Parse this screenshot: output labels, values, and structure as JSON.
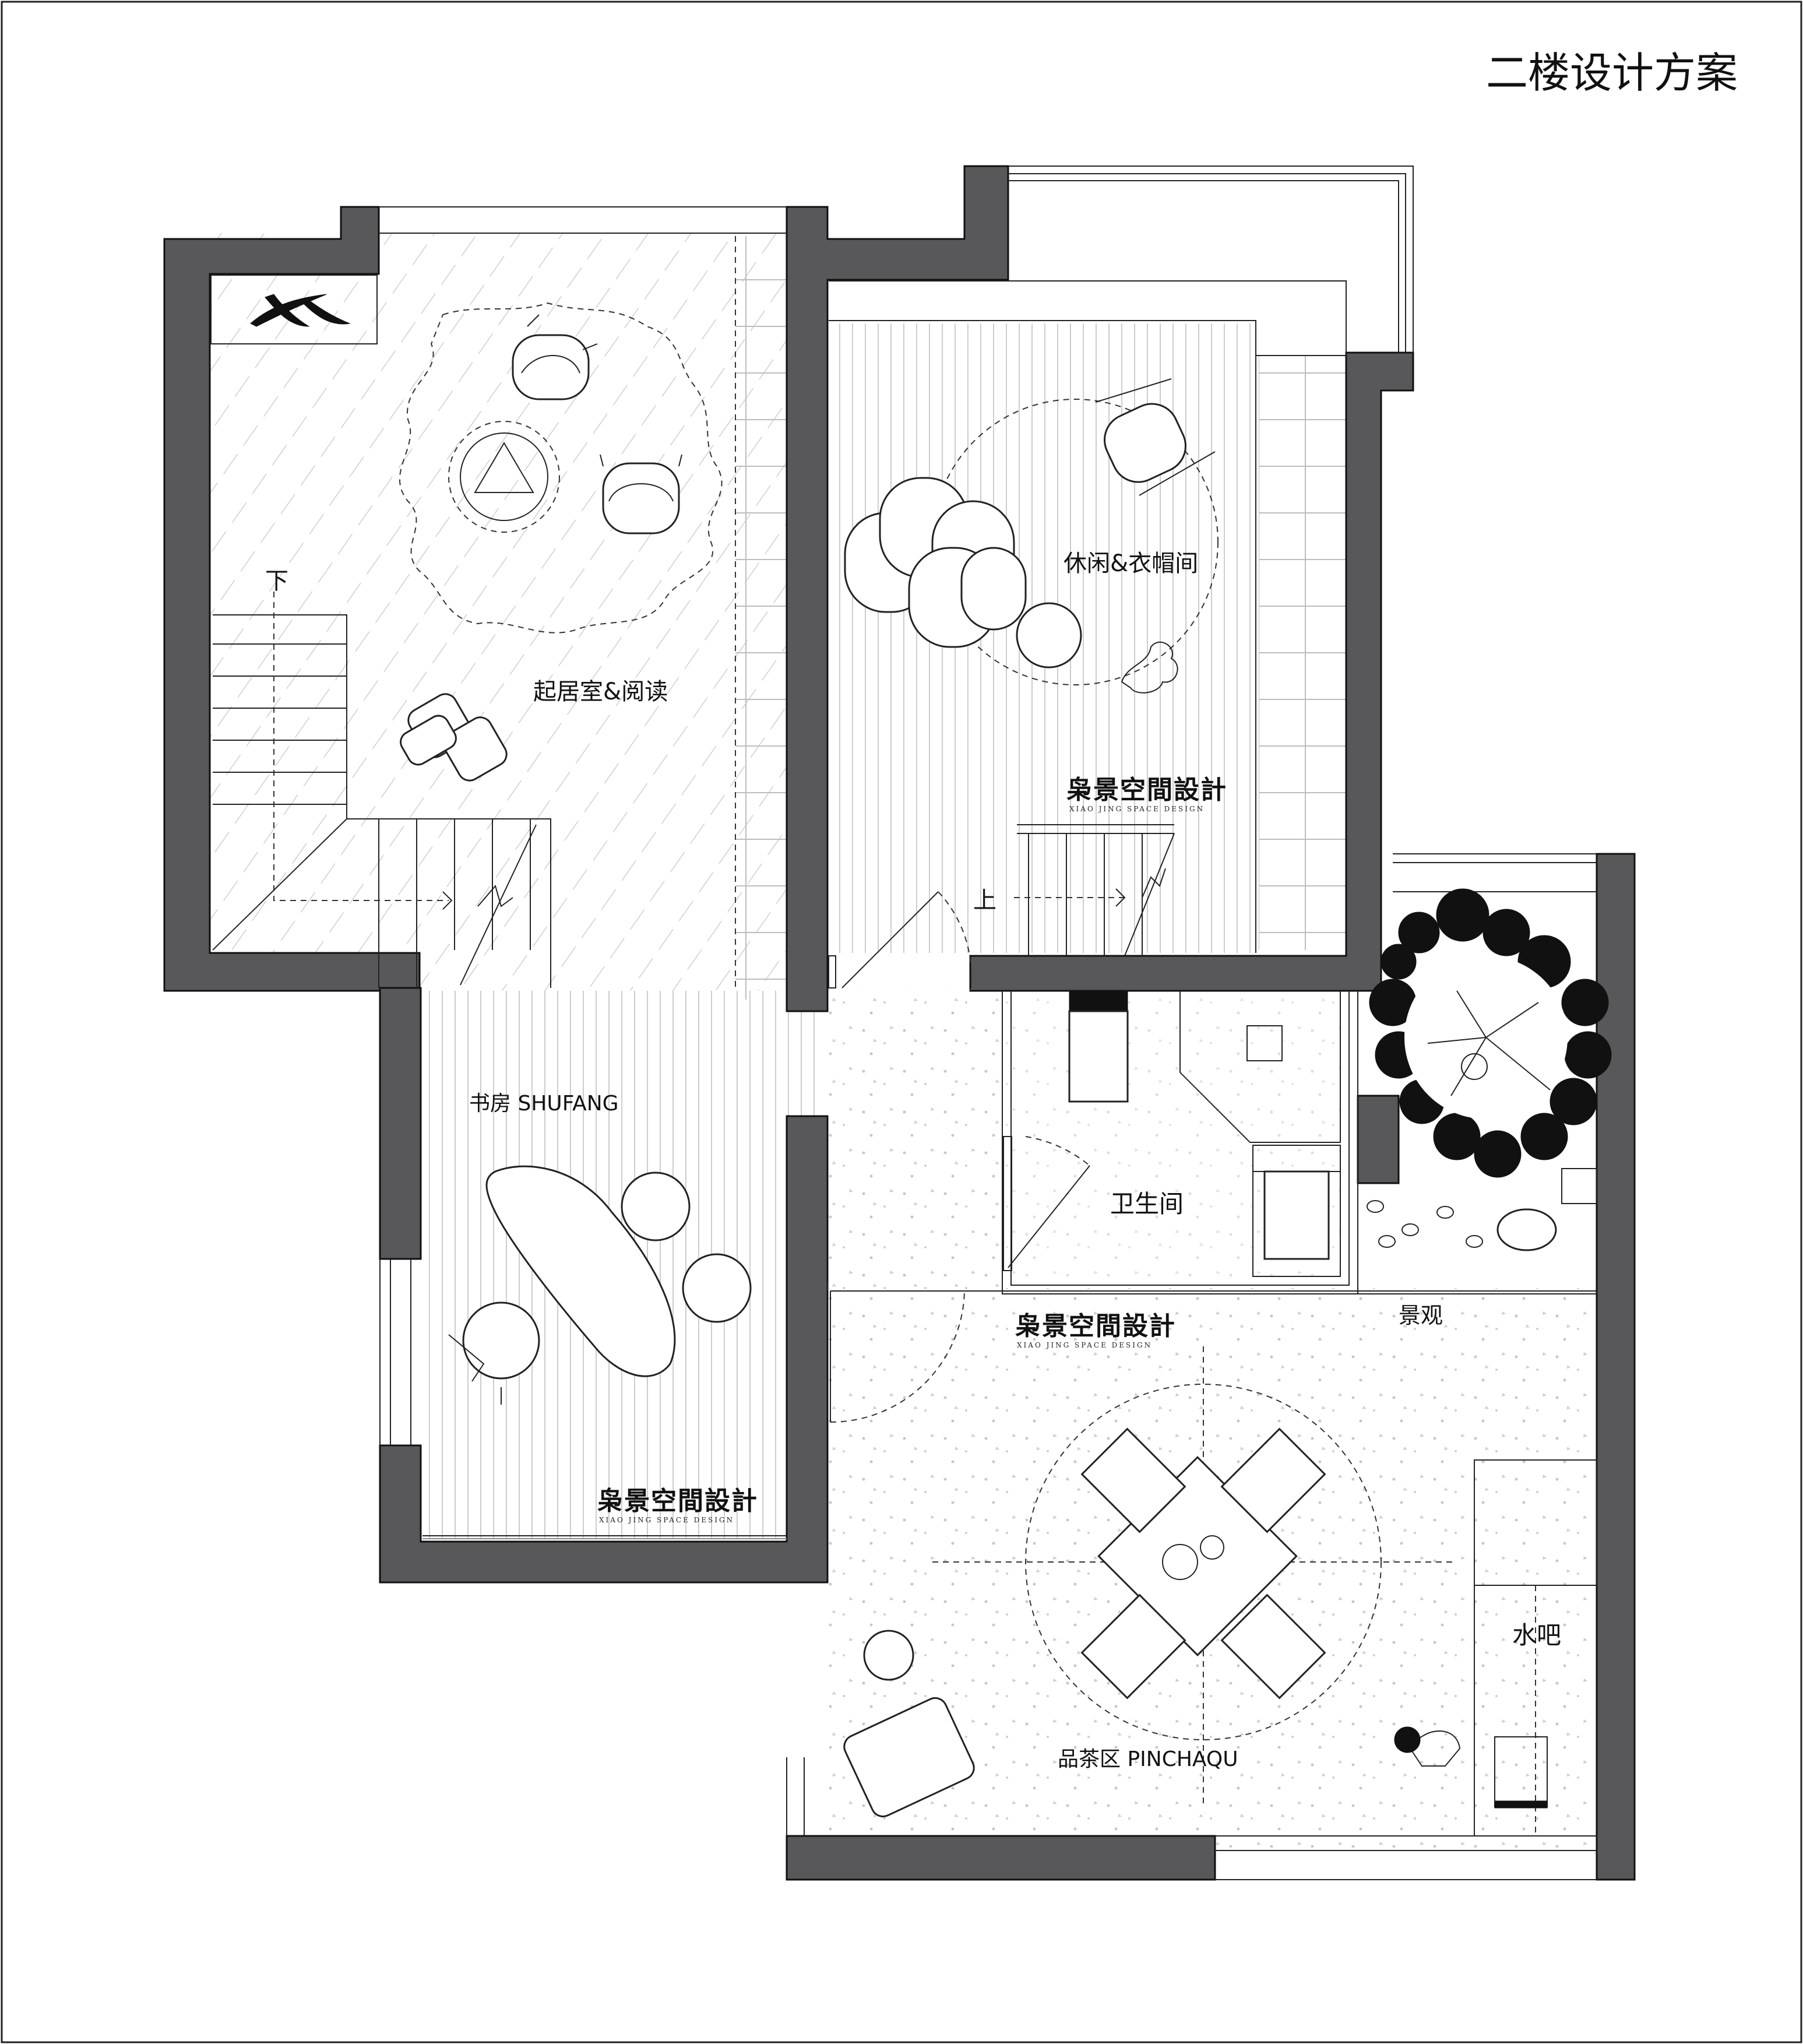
{
  "title": "二楼设计方案",
  "rooms": {
    "living": "起居室&阅读",
    "lounge": "休闲&衣帽间",
    "study": "书房 SHUFANG",
    "bathroom": "卫生间",
    "landscape": "景观",
    "tea": "品茶区 PINCHAQU",
    "water_bar": "水吧"
  },
  "stairs": {
    "down": "下",
    "up": "上"
  },
  "watermarks": [
    {
      "name": "枭景空間設計",
      "sub": "XIAO JING SPACE DESIGN"
    },
    {
      "name": "枭景空間設計",
      "sub": "XIAO JING SPACE DESIGN"
    },
    {
      "name": "枭景空間設計",
      "sub": "XIAO JING SPACE DESIGN"
    }
  ],
  "colors": {
    "wall": "#58585a",
    "line": "#222222",
    "background": "#ffffff"
  }
}
